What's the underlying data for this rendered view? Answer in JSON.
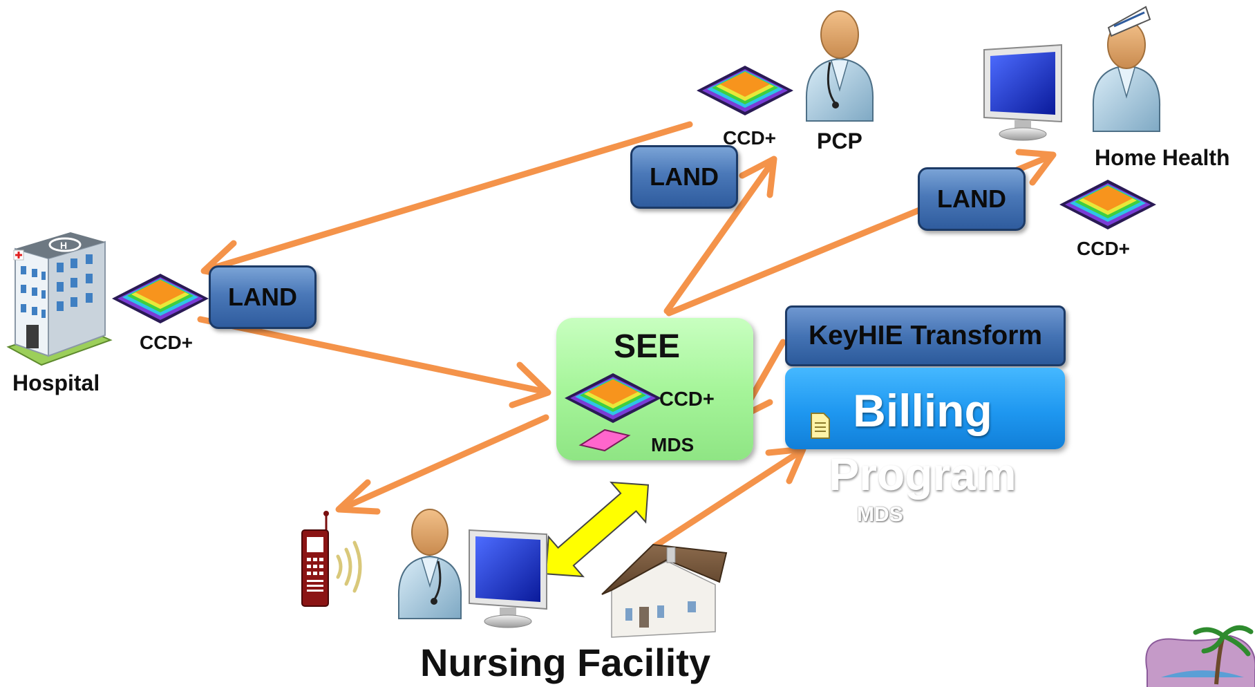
{
  "labels": {
    "pcp": "PCP",
    "home_health": "Home Health",
    "hospital": "Hospital",
    "nursing_facility": "Nursing Facility",
    "ccd_pcp": "CCD+",
    "ccd_home": "CCD+",
    "ccd_hospital": "CCD+",
    "ccd_see": "CCD+",
    "mds_see": "MDS",
    "mds_billing": "MDS"
  },
  "boxes": {
    "land_pcp": "LAND",
    "land_home": "LAND",
    "land_hospital": "LAND",
    "see": "SEE",
    "keyhie": "KeyHIE Transform",
    "billing": "Billing Program"
  },
  "colors": {
    "arrow": "#f4934a",
    "sync_arrow": "#ffff00",
    "land": "#4a78b8",
    "see": "#a6f59a",
    "billing": "#1e97f0",
    "ccd_orange": "#f7941d",
    "mds_pink": "#ff66cc"
  },
  "icons": [
    "doctor-icon",
    "nurse-icon",
    "monitor-icon",
    "hospital-icon",
    "house-icon",
    "phone-icon",
    "document-icon",
    "island-icon"
  ]
}
